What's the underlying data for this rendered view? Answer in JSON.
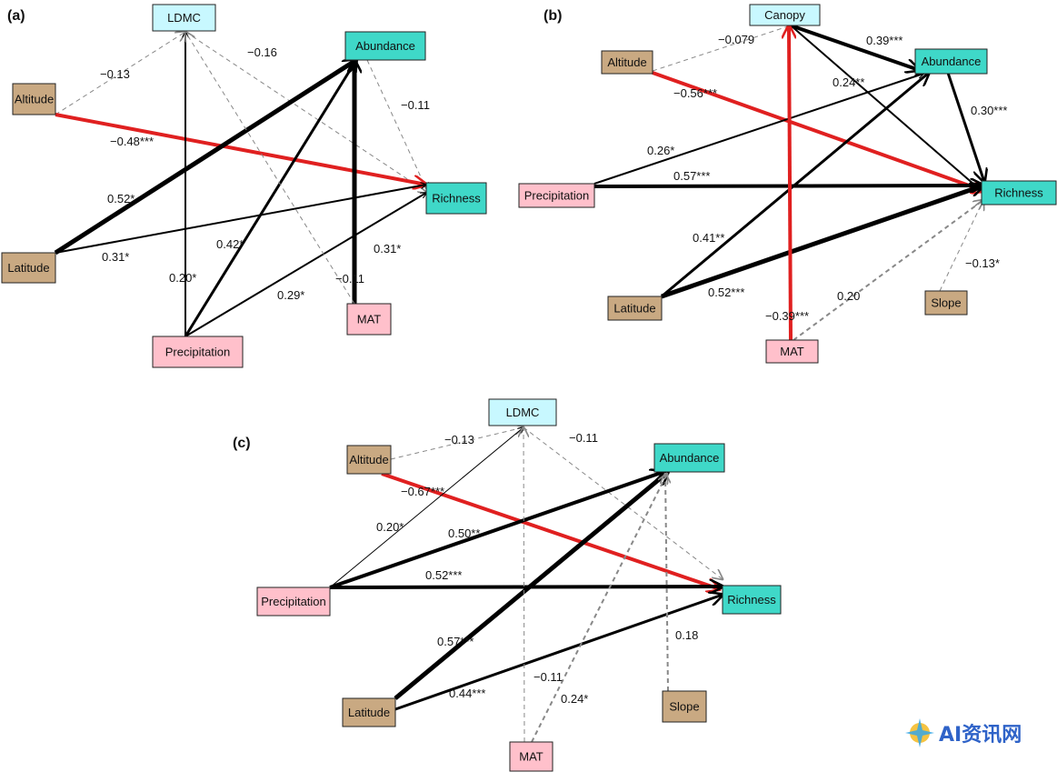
{
  "colors": {
    "pink": "#ffc0cb",
    "tan": "#c9a982",
    "cyan": "#c8f8ff",
    "teal": "#3fd8c8",
    "positive": "#000000",
    "negative": "#888888",
    "highlight": "#e02020"
  },
  "panels": [
    {
      "label": "(a)",
      "nodes": {
        "ldmc": {
          "label": "LDMC",
          "color": "cyan"
        },
        "abundance": {
          "label": "Abundance",
          "color": "teal"
        },
        "altitude": {
          "label": "Altitude",
          "color": "tan"
        },
        "richness": {
          "label": "Richness",
          "color": "teal"
        },
        "latitude": {
          "label": "Latitude",
          "color": "tan"
        },
        "mat": {
          "label": "MAT",
          "color": "pink"
        },
        "precipitation": {
          "label": "Precipitation",
          "color": "pink"
        }
      },
      "paths": [
        {
          "from": "altitude",
          "to": "ldmc",
          "coef": "−0.13",
          "style": "negative"
        },
        {
          "from": "ldmc",
          "to": "richness",
          "coef": "−0.16",
          "style": "negative"
        },
        {
          "from": "abundance",
          "to": "richness",
          "coef": "−0.11",
          "style": "negative"
        },
        {
          "from": "altitude",
          "to": "richness",
          "coef": "−0.48***",
          "style": "highlight"
        },
        {
          "from": "latitude",
          "to": "abundance",
          "coef": "0.52*",
          "style": "positive"
        },
        {
          "from": "latitude",
          "to": "richness",
          "coef": "0.31*",
          "style": "positive"
        },
        {
          "from": "precipitation",
          "to": "ldmc",
          "coef": "0.20*",
          "style": "positive"
        },
        {
          "from": "precipitation",
          "to": "abundance",
          "coef": "0.42*",
          "style": "positive"
        },
        {
          "from": "precipitation",
          "to": "richness",
          "coef": "0.29*",
          "style": "positive"
        },
        {
          "from": "mat",
          "to": "abundance",
          "coef": "0.31*",
          "style": "positive"
        },
        {
          "from": "mat",
          "to": "ldmc",
          "coef": "−0.11",
          "style": "negative"
        }
      ]
    },
    {
      "label": "(b)",
      "nodes": {
        "canopy": {
          "label": "Canopy",
          "color": "cyan"
        },
        "altitude": {
          "label": "Altitude",
          "color": "tan"
        },
        "abundance": {
          "label": "Abundance",
          "color": "teal"
        },
        "precipitation": {
          "label": "Precipitation",
          "color": "pink"
        },
        "richness": {
          "label": "Richness",
          "color": "teal"
        },
        "latitude": {
          "label": "Latitude",
          "color": "tan"
        },
        "slope": {
          "label": "Slope",
          "color": "tan"
        },
        "mat": {
          "label": "MAT",
          "color": "pink"
        }
      },
      "paths": [
        {
          "from": "altitude",
          "to": "canopy",
          "coef": "−0.079",
          "style": "negative"
        },
        {
          "from": "canopy",
          "to": "abundance",
          "coef": "0.39***",
          "style": "positive"
        },
        {
          "from": "canopy",
          "to": "richness",
          "coef": "0.24**",
          "style": "positive"
        },
        {
          "from": "abundance",
          "to": "richness",
          "coef": "0.30***",
          "style": "positive"
        },
        {
          "from": "altitude",
          "to": "richness",
          "coef": "−0.56***",
          "style": "highlight"
        },
        {
          "from": "precipitation",
          "to": "abundance",
          "coef": "0.26*",
          "style": "positive"
        },
        {
          "from": "precipitation",
          "to": "richness",
          "coef": "0.57***",
          "style": "positive"
        },
        {
          "from": "latitude",
          "to": "abundance",
          "coef": "0.41**",
          "style": "positive"
        },
        {
          "from": "latitude",
          "to": "richness",
          "coef": "0.52***",
          "style": "positive"
        },
        {
          "from": "slope",
          "to": "richness",
          "coef": "−0.13*",
          "style": "negative"
        },
        {
          "from": "mat",
          "to": "canopy",
          "coef": "−0.39***",
          "style": "highlight"
        },
        {
          "from": "mat",
          "to": "richness",
          "coef": "0.20",
          "style": "negative"
        }
      ]
    },
    {
      "label": "(c)",
      "nodes": {
        "ldmc": {
          "label": "LDMC",
          "color": "cyan"
        },
        "altitude": {
          "label": "Altitude",
          "color": "tan"
        },
        "abundance": {
          "label": "Abundance",
          "color": "teal"
        },
        "precipitation": {
          "label": "Precipitation",
          "color": "pink"
        },
        "richness": {
          "label": "Richness",
          "color": "teal"
        },
        "latitude": {
          "label": "Latitude",
          "color": "tan"
        },
        "slope": {
          "label": "Slope",
          "color": "tan"
        },
        "mat": {
          "label": "MAT",
          "color": "pink"
        }
      },
      "paths": [
        {
          "from": "altitude",
          "to": "ldmc",
          "coef": "−0.13",
          "style": "negative"
        },
        {
          "from": "ldmc",
          "to": "richness",
          "coef": "−0.11",
          "style": "negative"
        },
        {
          "from": "altitude",
          "to": "richness",
          "coef": "−0.67***",
          "style": "highlight"
        },
        {
          "from": "precipitation",
          "to": "ldmc",
          "coef": "0.20*",
          "style": "positive"
        },
        {
          "from": "precipitation",
          "to": "abundance",
          "coef": "0.50**",
          "style": "positive"
        },
        {
          "from": "precipitation",
          "to": "richness",
          "coef": "0.52***",
          "style": "positive"
        },
        {
          "from": "latitude",
          "to": "abundance",
          "coef": "0.57***",
          "style": "positive"
        },
        {
          "from": "latitude",
          "to": "richness",
          "coef": "0.44***",
          "style": "positive"
        },
        {
          "from": "mat",
          "to": "ldmc",
          "coef": "−0.11",
          "style": "negative"
        },
        {
          "from": "mat",
          "to": "abundance",
          "coef": "0.24*",
          "style": "negative"
        },
        {
          "from": "slope",
          "to": "abundance",
          "coef": "0.18",
          "style": "negative"
        }
      ]
    }
  ],
  "watermark": {
    "text": "AI资讯网",
    "icon": "sparkle-logo-icon"
  }
}
